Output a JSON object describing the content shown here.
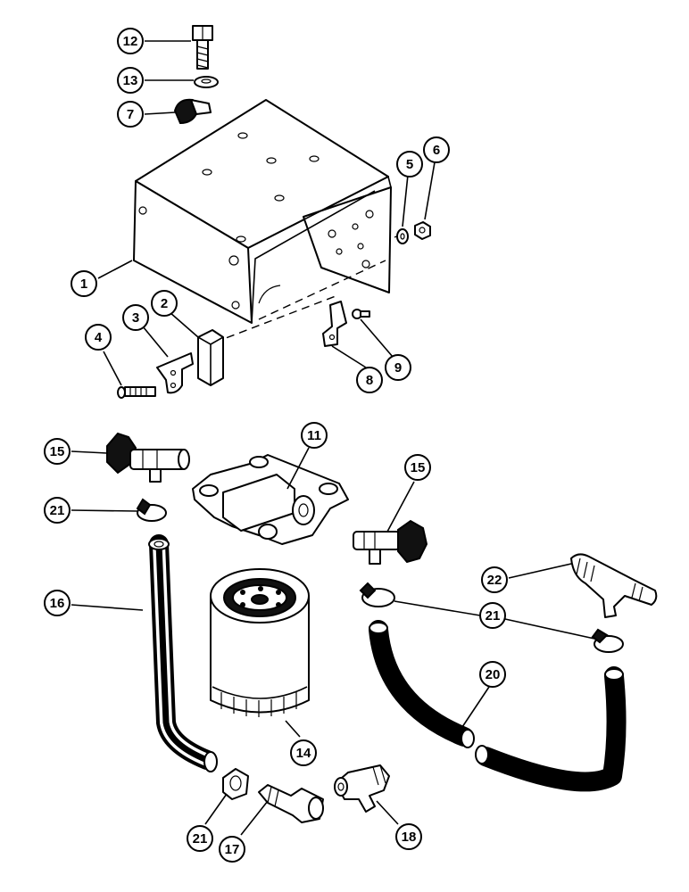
{
  "callouts": [
    {
      "id": "c1",
      "number": "1"
    },
    {
      "id": "c2",
      "number": "2"
    },
    {
      "id": "c3",
      "number": "3"
    },
    {
      "id": "c4",
      "number": "4"
    },
    {
      "id": "c5",
      "number": "5"
    },
    {
      "id": "c6",
      "number": "6"
    },
    {
      "id": "c7",
      "number": "7"
    },
    {
      "id": "c8",
      "number": "8"
    },
    {
      "id": "c9",
      "number": "9"
    },
    {
      "id": "c11",
      "number": "11"
    },
    {
      "id": "c12",
      "number": "12"
    },
    {
      "id": "c13",
      "number": "13"
    },
    {
      "id": "c14",
      "number": "14"
    },
    {
      "id": "c15a",
      "number": "15"
    },
    {
      "id": "c15b",
      "number": "15"
    },
    {
      "id": "c16",
      "number": "16"
    },
    {
      "id": "c17",
      "number": "17"
    },
    {
      "id": "c18",
      "number": "18"
    },
    {
      "id": "c20",
      "number": "20"
    },
    {
      "id": "c21a",
      "number": "21"
    },
    {
      "id": "c21b",
      "number": "21"
    },
    {
      "id": "c21c",
      "number": "21"
    },
    {
      "id": "c22",
      "number": "22"
    }
  ]
}
